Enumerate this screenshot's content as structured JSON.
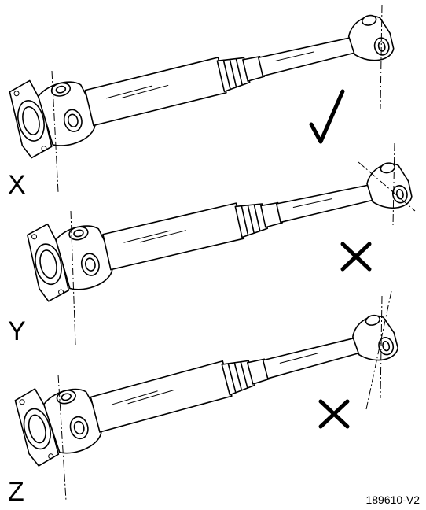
{
  "figure": {
    "reference_code": "189610-V2",
    "shafts": [
      {
        "label": "X",
        "status": "correct",
        "status_icon": "check-mark-icon"
      },
      {
        "label": "Y",
        "status": "incorrect",
        "status_icon": "cross-mark-icon"
      },
      {
        "label": "Z",
        "status": "incorrect",
        "status_icon": "cross-mark-icon"
      }
    ]
  }
}
